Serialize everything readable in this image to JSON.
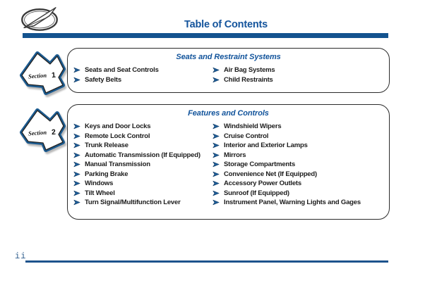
{
  "page": {
    "title": "Table of Contents",
    "page_number": "ii"
  },
  "icons": {
    "logo": "oldsmobile-rocket-oval",
    "bullet": "blue-right-arrowhead"
  },
  "colors": {
    "accent_blue": "#14538f",
    "title_blue": "#14549c",
    "item_text": "#1c1c1c"
  },
  "sections": [
    {
      "badge_label": "Section",
      "badge_number": "1",
      "title": "Seats and Restraint Systems",
      "col1": [
        "Seats and Seat Controls",
        "Safety Belts"
      ],
      "col2": [
        "Air Bag Systems",
        "Child Restraints"
      ]
    },
    {
      "badge_label": "Section",
      "badge_number": "2",
      "title": "Features and Controls",
      "col1": [
        "Keys and Door Locks",
        "Remote Lock Control",
        "Trunk Release",
        "Automatic Transmission (If Equipped)",
        "Manual Transmission",
        "Parking Brake",
        "Windows",
        "Tilt Wheel",
        "Turn Signal/Multifunction Lever"
      ],
      "col2": [
        "Windshield Wipers",
        "Cruise Control",
        "Interior and Exterior Lamps",
        "Mirrors",
        "Storage Compartments",
        "Convenience Net (If Equipped)",
        "Accessory Power Outlets",
        "Sunroof (If Equipped)",
        "Instrument Panel, Warning Lights and Gages"
      ]
    }
  ]
}
